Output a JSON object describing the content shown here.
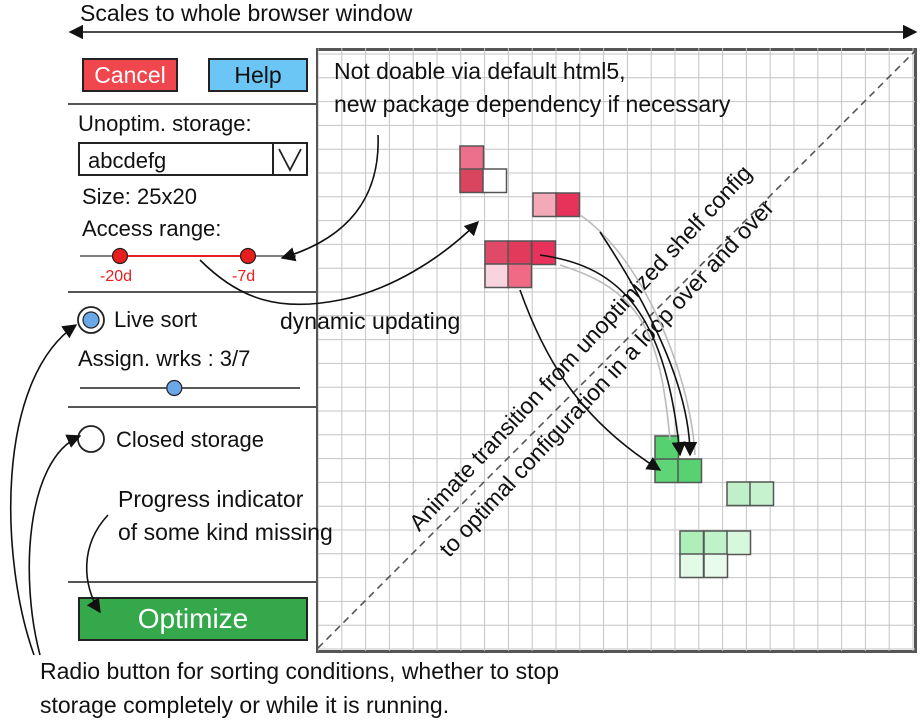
{
  "header": {
    "label": "Scales to whole browser window"
  },
  "sidebar": {
    "cancel_label": "Cancel",
    "help_label": "Help",
    "storage_label": "Unoptim. storage:",
    "storage_select_value": "abcdefg",
    "size_text": "Size: 25x20",
    "access_label": "Access range:",
    "range_min": "-20d",
    "range_max": "-7d",
    "live_sort_label": "Live sort",
    "assign_label": "Assign. wrks : 3/7",
    "workers_value": 3,
    "workers_total": 7,
    "closed_storage_label": "Closed storage",
    "optimize_label": "Optimize"
  },
  "annotations": {
    "not_doable_1": "Not doable via default html5,",
    "not_doable_2": "new package dependency if necessary",
    "dynamic_updating": "dynamic updating",
    "animate_1": "Animate transition from unoptimized shelf config",
    "animate_2": "to optimal configuration in a loop over and over",
    "progress_1": "Progress indicator",
    "progress_2": "of some kind missing",
    "radio_1": "Radio button for sorting conditions, whether to stop",
    "radio_2": "storage completely or while it is running."
  },
  "colors": {
    "cancel": "#f0464e",
    "help": "#6cc6f5",
    "optimize": "#34a84b",
    "range": "#e81d1d",
    "radio_selected": "#6aa8e8"
  }
}
